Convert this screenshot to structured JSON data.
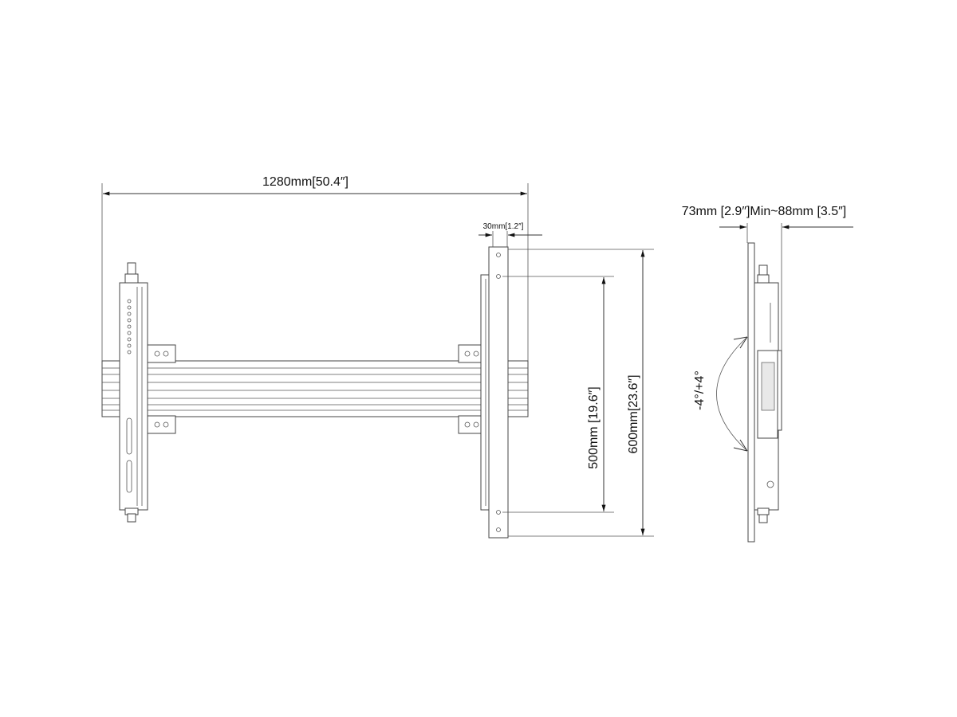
{
  "dimensions": {
    "overall_width": "1280mm[50.4″]",
    "bracket_width": "30mm[1.2″]",
    "depth": "73mm [2.9″]Min~88mm [3.5″]",
    "hole_spacing_inner": "500mm [19.6″]",
    "hole_spacing_outer": "600mm[23.6″]",
    "tilt": "-4°/+4°"
  }
}
